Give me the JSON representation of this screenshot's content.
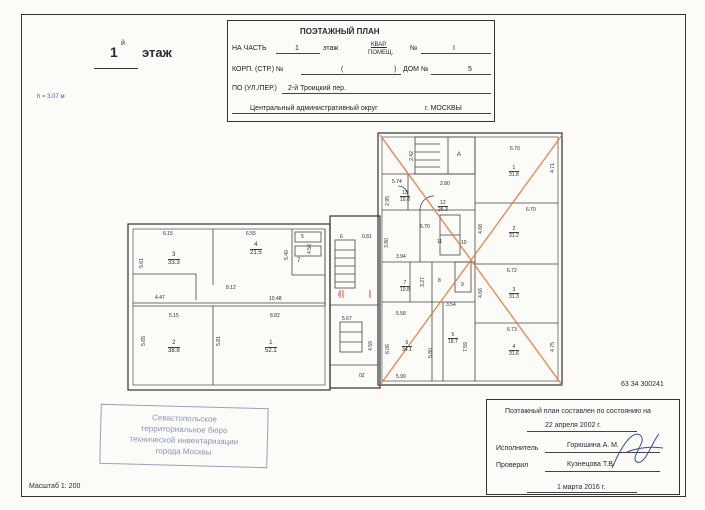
{
  "header": {
    "floor_number": "1",
    "floor_superscript": "й",
    "floor_word": "этаж",
    "height_label": "h = 3.07 м"
  },
  "title_block": {
    "title": "ПОЭТАЖНЫЙ ПЛАН",
    "part_label": "НА ЧАСТЬ",
    "part_value": "1",
    "part_unit": "этаж",
    "kvar_label": "КВАР.",
    "pomesh_label": "ПОМЕЩ.",
    "number_sign": "№",
    "number_value": "I",
    "korp_label": "КОРП. (СТР.) №",
    "korp_value": "(",
    "korp_close": ")",
    "dom_label": "ДОМ №",
    "dom_value": "5",
    "street_label": "ПО (УЛ./ПЕР.)",
    "street_value": "2-й Троицкий пер.",
    "district_value": "Центральный административный округ",
    "city_value": "г. МОСКВЫ"
  },
  "rooms": [
    {
      "id": "r3a",
      "num": "3",
      "area": "33.3"
    },
    {
      "id": "r4a",
      "num": "4",
      "area": "21.5"
    },
    {
      "id": "r2a",
      "num": "2",
      "area": "38.8"
    },
    {
      "id": "r1a",
      "num": "1",
      "area": "52.1"
    },
    {
      "id": "r7a",
      "num": "7",
      "area": ""
    },
    {
      "id": "r5a",
      "num": "5",
      "area": ""
    },
    {
      "id": "r6a",
      "num": "6",
      "area": ""
    },
    {
      "id": "r13",
      "num": "13",
      "area": "10.8"
    },
    {
      "id": "r12",
      "num": "12",
      "area": "26.3"
    },
    {
      "id": "r11",
      "num": "11",
      "area": ""
    },
    {
      "id": "r10",
      "num": "10",
      "area": ""
    },
    {
      "id": "r9",
      "num": "9",
      "area": ""
    },
    {
      "id": "r8",
      "num": "8",
      "area": ""
    },
    {
      "id": "r7b",
      "num": "7",
      "area": "10.8"
    },
    {
      "id": "r6b",
      "num": "6",
      "area": "34.1"
    },
    {
      "id": "r5b",
      "num": "5",
      "area": "18.7"
    },
    {
      "id": "r1b",
      "num": "1",
      "area": "31.8"
    },
    {
      "id": "r2b",
      "num": "2",
      "area": "31.2"
    },
    {
      "id": "r3b",
      "num": "3",
      "area": "31.3"
    },
    {
      "id": "r4b",
      "num": "4",
      "area": "31.6"
    }
  ],
  "dims": {
    "d1": "6.15",
    "d2": "6.55",
    "d3": "5.61",
    "d4": "5.40",
    "d5": "4.47",
    "d6": "8.12",
    "d7": "10.48",
    "d8": "5.15",
    "d9": "8.82",
    "d10": "5.65",
    "d11": "5.81",
    "d12": "5.67",
    "d13": "4.59",
    "d14": "5.74",
    "d15": "2.80",
    "d16": "2.95",
    "d17": "6.70",
    "d18": "3.94",
    "d19": "3.80",
    "d20": "3.27",
    "d21": "3.54",
    "d22": "5.58",
    "d23": "5.99",
    "d24": "6.06",
    "d25": "5.80",
    "d26": "7.59",
    "d27": "6.70",
    "d28": "4.71",
    "d29": "6.70",
    "d30": "4.66",
    "d31": "6.72",
    "d32": "4.68",
    "d33": "6.73",
    "d34": "4.75",
    "d35": "2.42",
    "d36": "0.81",
    "d37": "02",
    "d38": "A",
    "d39": "4.56",
    "d40": "II",
    "d41": "I"
  },
  "code_number": "63 34 300241",
  "stamp": {
    "line1": "Севастопольское",
    "line2": "территориальное бюро",
    "line3": "технической инвентаризации",
    "line4": "города Москвы"
  },
  "certificate": {
    "line1": "Поэтажный план составлен по состоянию на",
    "date1": "22 апреля 2002 г.",
    "executor_label": "Исполнитель",
    "executor_name": "Горюшина А. М.",
    "checker_label": "Проверил",
    "checker_name": "Кузнецова Т.В.",
    "date2": "1 марта 2016 г."
  },
  "scale": "Масштаб 1: 200",
  "colors": {
    "ink": "#2a2a3a",
    "cross": "#e07a3c",
    "red_mark": "#c0392b",
    "stamp": "#8a93b5"
  }
}
